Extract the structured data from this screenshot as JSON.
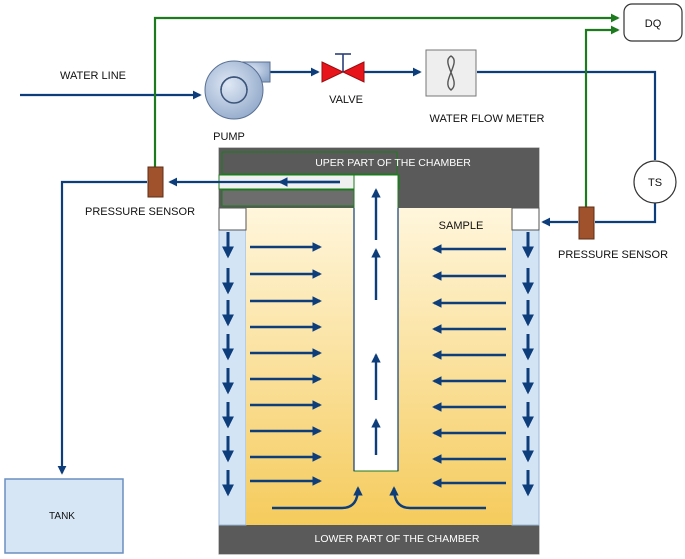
{
  "labels": {
    "water_line": "WATER LINE",
    "pump": "PUMP",
    "valve": "VALVE",
    "flow_meter": "WATER FLOW METER",
    "dq": "DQ",
    "ts": "TS",
    "pressure_left": "PRESSURE SENSOR",
    "pressure_right": "PRESSURE SENSOR",
    "upper_chamber": "UPER PART OF THE CHAMBER",
    "lower_chamber": "LOWER PART OF THE CHAMBER",
    "sample": "SAMPLE",
    "tank": "TANK"
  },
  "colors": {
    "water_pipe": "#0d3d7a",
    "signal_wire": "#1e7a1e",
    "chamber_dark": "#5a5a5a",
    "channel_blue": "#d6e6f5",
    "sample_gradient_top": "#fff4d4",
    "sample_gradient_bottom": "#f6cd62",
    "sensor_brown": "#a0522d",
    "valve_red": "#e8141b",
    "tank_fill": "#d6e6f5"
  },
  "icons": [
    "pump-icon",
    "valve-icon",
    "flow-meter-icon"
  ]
}
